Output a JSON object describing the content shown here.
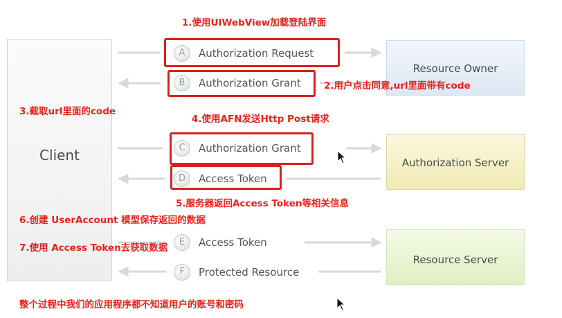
{
  "diagram": {
    "client_label": "Client",
    "resource_owner_label": "Resource Owner",
    "authorization_server_label": "Authorization Server",
    "resource_server_label": "Resource Server",
    "steps": [
      {
        "letter": "A",
        "label": "Authorization Request"
      },
      {
        "letter": "B",
        "label": "Authorization Grant"
      },
      {
        "letter": "C",
        "label": "Authorization Grant"
      },
      {
        "letter": "D",
        "label": "Access Token"
      },
      {
        "letter": "E",
        "label": "Access Token"
      },
      {
        "letter": "F",
        "label": "Protected Resource"
      }
    ]
  },
  "annotations": {
    "note1": "1.使用UIWebView加载登陆界面",
    "note2": "2.用户点击同意,url里面带有code",
    "note3": "3.截取url里面的code",
    "note4": "4.使用AFN发送Http Post请求",
    "note5": "5.服务器返回Access Token等相关信息",
    "note6": "6.创建 UserAccount 模型保存返回的数据",
    "note7": "7.使用 Access Token去获取数据",
    "summary": "整个过程中我们的应用程序都不知道用户的账号和密码"
  },
  "colors": {
    "annotation_red": "#e8221b",
    "highlight_border": "#d82020",
    "resource_owner_bg": "#e8f0f8",
    "authorization_server_bg": "#f7f2c8",
    "resource_server_bg": "#eaf5d4"
  }
}
